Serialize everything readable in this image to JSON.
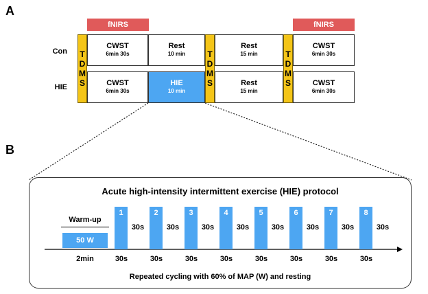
{
  "panel_a": {
    "label": "A",
    "fnirs_label": "fNIRS",
    "tdms_letters": [
      "T",
      "D",
      "M",
      "S"
    ],
    "rows": [
      {
        "label": "Con",
        "boxes": [
          {
            "title": "CWST",
            "duration": "6min 30s",
            "highlight": false
          },
          {
            "title": "Rest",
            "duration": "10 min",
            "highlight": false
          },
          {
            "title": "Rest",
            "duration": "15 min",
            "highlight": false
          },
          {
            "title": "CWST",
            "duration": "6min 30s",
            "highlight": false
          }
        ]
      },
      {
        "label": "HIE",
        "boxes": [
          {
            "title": "CWST",
            "duration": "6min 30s",
            "highlight": false
          },
          {
            "title": "HIE",
            "duration": "10 min",
            "highlight": true
          },
          {
            "title": "Rest",
            "duration": "15 min",
            "highlight": false
          },
          {
            "title": "CWST",
            "duration": "6min 30s",
            "highlight": false
          }
        ]
      }
    ],
    "colors": {
      "fnirs": "#e05a5a",
      "tdms": "#f4c518",
      "hie": "#4da6f2"
    }
  },
  "panel_b": {
    "label": "B",
    "title": "Acute high-intensity intermittent exercise (HIE) protocol",
    "warmup_label": "Warm-up",
    "warmup_power": "50 W",
    "warmup_time": "2min",
    "bouts": [
      {
        "number": "1",
        "work": "30s",
        "rest": "30s"
      },
      {
        "number": "2",
        "work": "30s",
        "rest": "30s"
      },
      {
        "number": "3",
        "work": "30s",
        "rest": "30s"
      },
      {
        "number": "4",
        "work": "30s",
        "rest": "30s"
      },
      {
        "number": "5",
        "work": "30s",
        "rest": "30s"
      },
      {
        "number": "6",
        "work": "30s",
        "rest": "30s"
      },
      {
        "number": "7",
        "work": "30s",
        "rest": "30s"
      },
      {
        "number": "8",
        "work": "30s",
        "rest": "30s"
      }
    ],
    "footnote": "Repeated cycling with 60% of MAP (W) and resting",
    "colors": {
      "bar": "#4da6f2"
    }
  }
}
